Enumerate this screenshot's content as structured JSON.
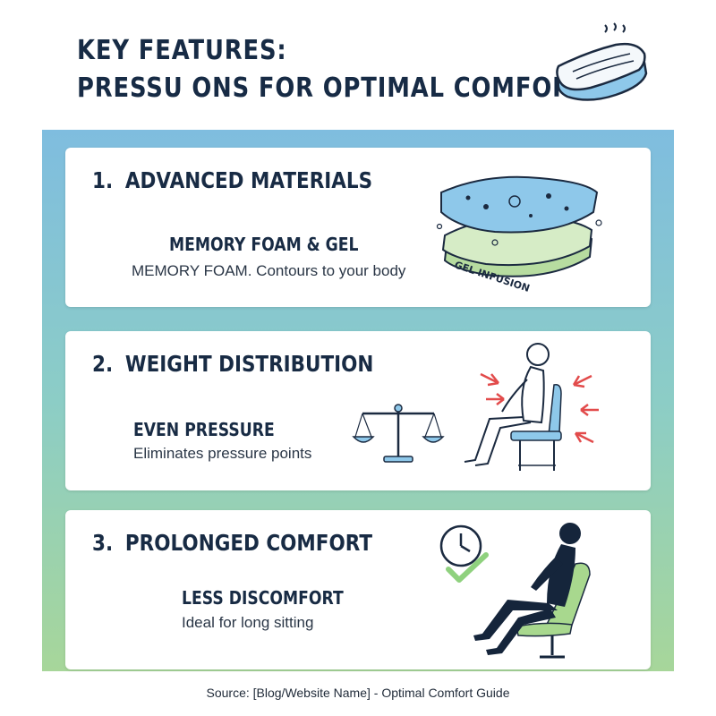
{
  "header": {
    "title_line1": "KEY FEATURES:",
    "title_line2": "PRESSU ONS FOR OPTIMAL COMFORT"
  },
  "features": [
    {
      "number": "1.",
      "heading": "ADVANCED MATERIALS",
      "subheading": "MEMORY FOAM & GEL",
      "description": "MEMORY FOAM. Contours to your body",
      "illustration_label": "GEL INFUSION",
      "icon": "foam-gel-layers-icon"
    },
    {
      "number": "2.",
      "heading": "WEIGHT DISTRIBUTION",
      "subheading": "EVEN PRESSURE",
      "description": "Eliminates pressure points",
      "icon": "balance-scale-and-seated-person-icon"
    },
    {
      "number": "3.",
      "heading": "PROLONGED COMFORT",
      "subheading": "LESS DISCOMFORT",
      "description": "Ideal for long sitting",
      "icon": "clock-check-and-reclining-person-icon"
    }
  ],
  "footer": {
    "source": "Source: [Blog/Website Name] - Optimal Comfort Guide"
  },
  "colors": {
    "panel_top": "#7fbddf",
    "panel_bottom": "#a7d69a",
    "title_text": "#172b45",
    "accent_blue": "#8ec8ea",
    "accent_green": "#a8d88e",
    "arrow_red": "#e24b4b"
  }
}
